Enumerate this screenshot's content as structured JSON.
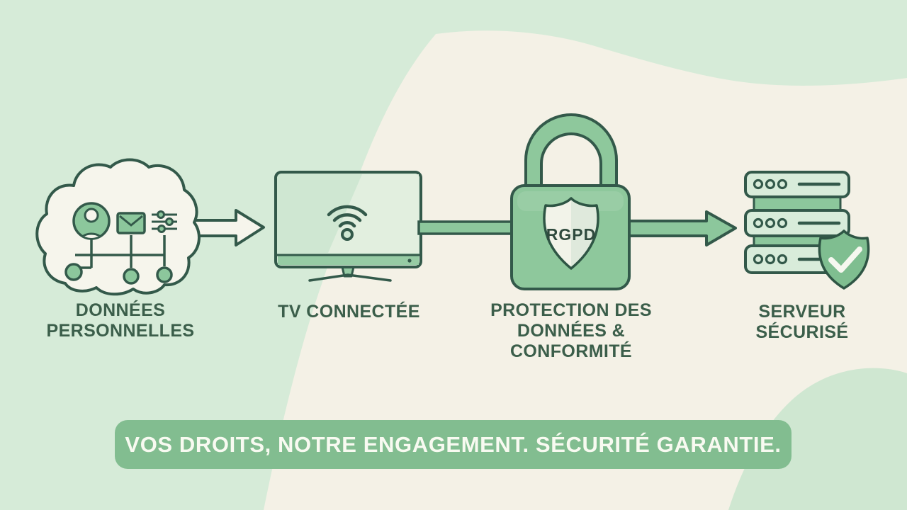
{
  "palette": {
    "background_green": "#d6ebd8",
    "cream_blob": "#f4f1e6",
    "corner_blob_green": "#cfe7d1",
    "outline_dark_green": "#33594a",
    "label_text_green": "#3b5e4a",
    "icon_medium_green": "#8cc79c",
    "icon_light_green": "#d8ecda",
    "warm_white": "#f6f5ec",
    "banner_background": "#82bd90",
    "banner_text_color": "#f8faf1"
  },
  "steps": [
    {
      "name": "donnees-personnelles",
      "lines": [
        "DONNÉES",
        "PERSONNELLES"
      ]
    },
    {
      "name": "tv-connectee",
      "lines": [
        "TV CONNECTÉE"
      ]
    },
    {
      "name": "protection",
      "lines": [
        "PROTECTION DES",
        "DONNÉES &",
        "CONFORMITÉ"
      ]
    },
    {
      "name": "serveur-securise",
      "lines": [
        "SERVEUR",
        "SÉCURISÉ"
      ]
    }
  ],
  "lock": {
    "badge": "RGPD"
  },
  "banner": {
    "text": "VOS DROITS, NOTRE ENGAGEMENT. SÉCURITÉ GARANTIE."
  }
}
